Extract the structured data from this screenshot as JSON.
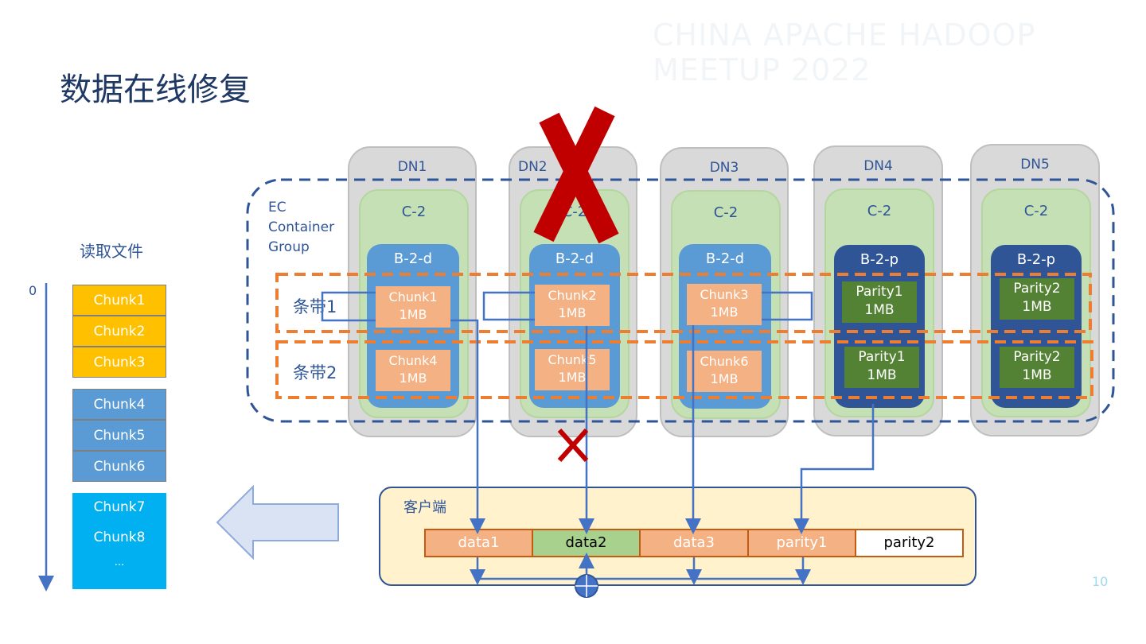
{
  "header": {
    "title": "数据在线修复",
    "watermark": "CHINA APACHE HADOOP MEETUP 2022",
    "page_number": "10"
  },
  "left": {
    "read_file_label": "读取文件",
    "axis_zero": "0",
    "chunks": [
      "Chunk1",
      "Chunk2",
      "Chunk3",
      "Chunk4",
      "Chunk5",
      "Chunk6"
    ],
    "tail": [
      "Chunk7",
      "Chunk8",
      "..."
    ]
  },
  "ec": {
    "label": "EC Container Group",
    "stripe1": "条带1",
    "stripe2": "条带2"
  },
  "datanodes": [
    {
      "name": "DN1",
      "container": "C-2",
      "block": "B-2-d",
      "cells": [
        "Chunk1",
        "1MB",
        "Chunk4",
        "1MB"
      ]
    },
    {
      "name": "DN2",
      "container": "C-2",
      "block": "B-2-d",
      "cells": [
        "Chunk2",
        "1MB",
        "Chunk5",
        "1MB"
      ],
      "failed": true
    },
    {
      "name": "DN3",
      "container": "C-2",
      "block": "B-2-d",
      "cells": [
        "Chunk3",
        "1MB",
        "Chunk6",
        "1MB"
      ]
    },
    {
      "name": "DN4",
      "container": "C-2",
      "block": "B-2-p",
      "cells": [
        "Parity1",
        "1MB",
        "Parity1",
        "1MB"
      ]
    },
    {
      "name": "DN5",
      "container": "C-2",
      "block": "B-2-p",
      "cells": [
        "Parity2",
        "1MB",
        "Parity2",
        "1MB"
      ]
    }
  ],
  "client": {
    "label": "客户端",
    "cells": [
      "data1",
      "data2",
      "data3",
      "parity1",
      "parity2"
    ]
  },
  "colors": {
    "data_chunk": "#f4b183",
    "parity": "#548235",
    "failed_mark": "#c00000",
    "recovered": "#a9d18e",
    "line": "#4472c4"
  }
}
